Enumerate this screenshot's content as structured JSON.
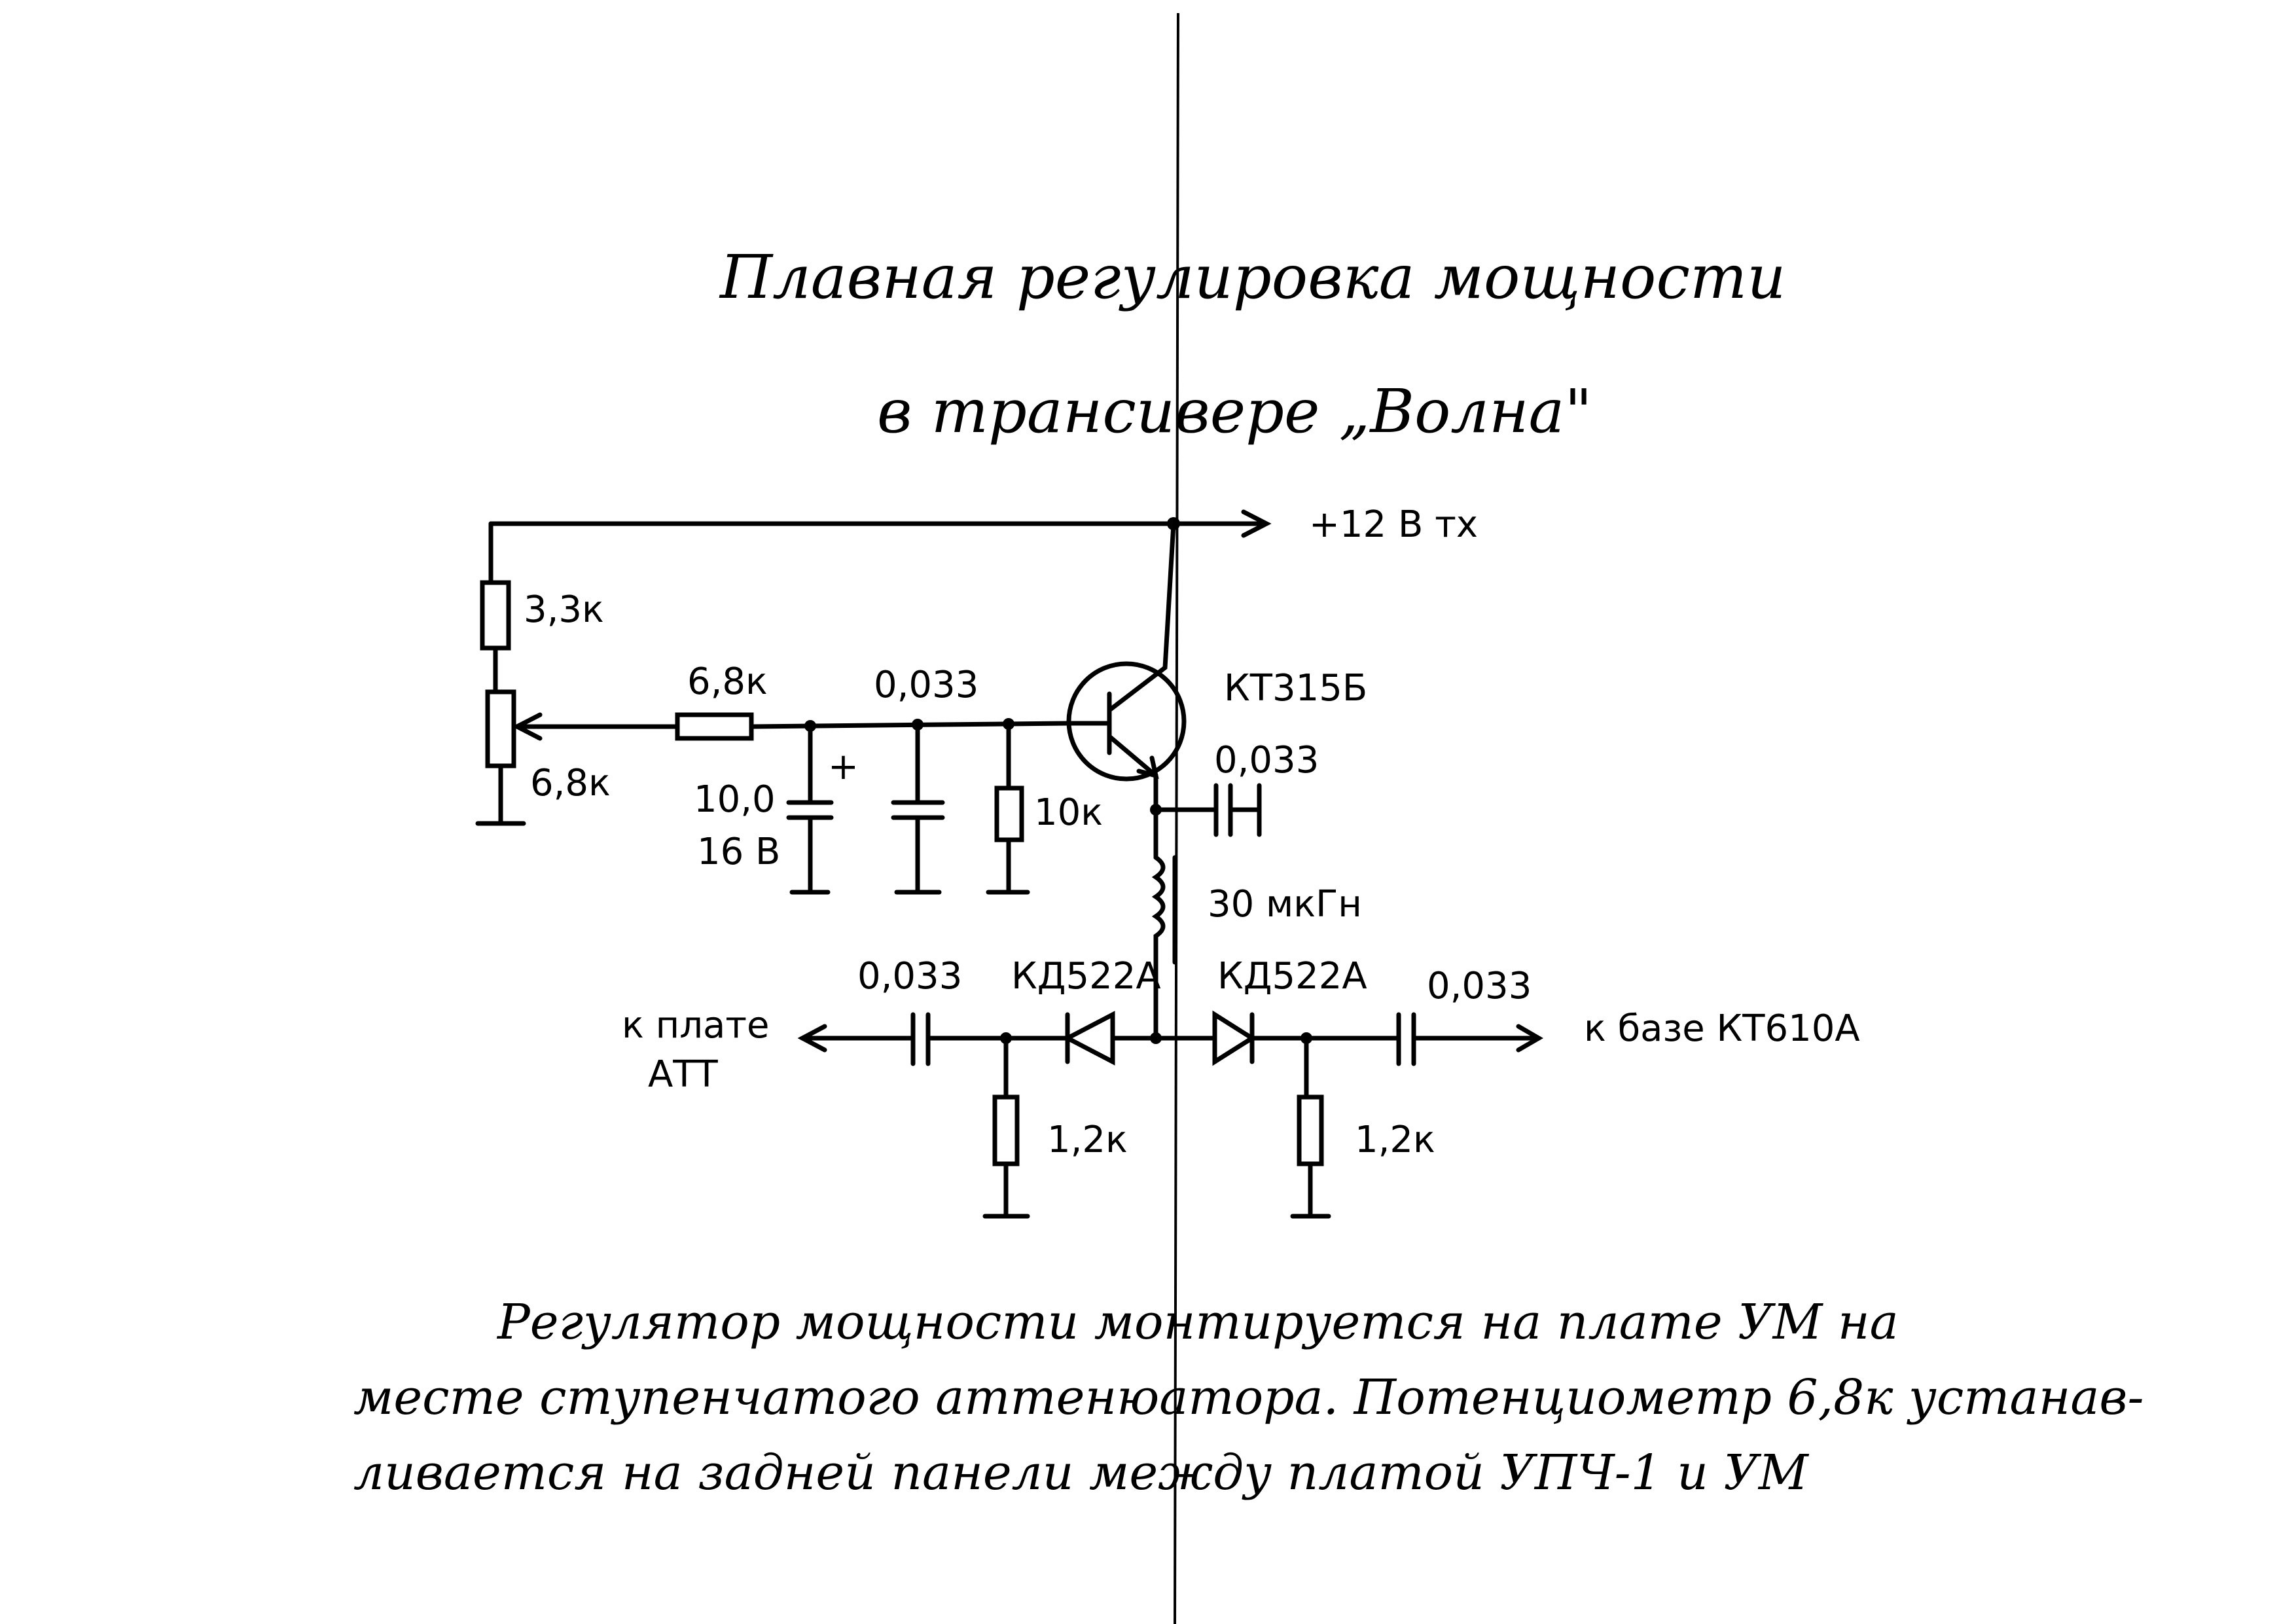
{
  "title": {
    "line1": "Плавная регулировка мощности",
    "line2": "в трансивере „Волна\""
  },
  "labels": {
    "supply": "+12 В тх",
    "r_top": "3,3к",
    "pot": "6,8к",
    "r_series": "6,8к",
    "c_electrolytic_value": "10,0",
    "c_electrolytic_voltage": "16 В",
    "c_electrolytic_plus": "+",
    "c_base": "0,033",
    "r_base": "10к",
    "transistor": "КТ315Б",
    "c_emitter": "0,033",
    "inductor": "30 мкГн",
    "c_left": "0,033",
    "diode_left": "КД522А",
    "diode_right": "КД522А",
    "c_right": "0,033",
    "r_left": "1,2к",
    "r_right": "1,2к",
    "out_left_1": "к плате",
    "out_left_2": "АТТ",
    "out_right": "к базе КТ610А"
  },
  "note": {
    "line1": "Регулятор мощности монтируется на плате УМ на",
    "line2": "месте ступенчатого аттенюатора. Потенциометр 6,8к устанав-",
    "line3": "ливается на задней панели между платой УПЧ-1 и УМ"
  }
}
